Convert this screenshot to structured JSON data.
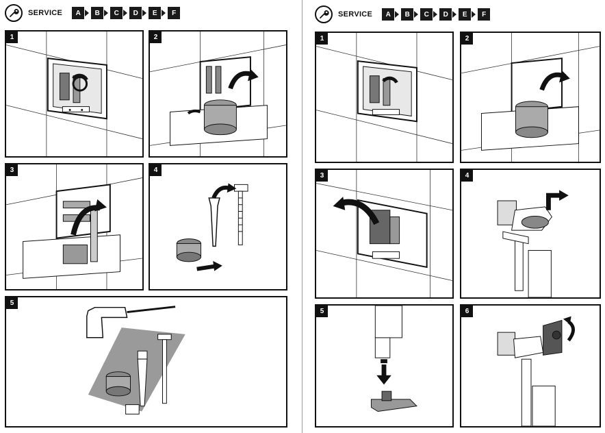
{
  "left": {
    "service_label": "SERVICE",
    "steps": [
      "A",
      "B",
      "C",
      "D",
      "E",
      "F"
    ],
    "panels": [
      "1",
      "2",
      "3",
      "4",
      "5"
    ]
  },
  "right": {
    "service_label": "SERVICE",
    "steps": [
      "A",
      "B",
      "C",
      "D",
      "E",
      "F"
    ],
    "panels": [
      "1",
      "2",
      "3",
      "4",
      "5",
      "6"
    ]
  },
  "icons": {
    "service": "wrench-icon",
    "step_separator": "chevron-right-icon",
    "rotate": "curved-arrow-icon"
  },
  "colors": {
    "ink": "#111111",
    "shade": "#9a9a9a",
    "paper": "#ffffff"
  }
}
